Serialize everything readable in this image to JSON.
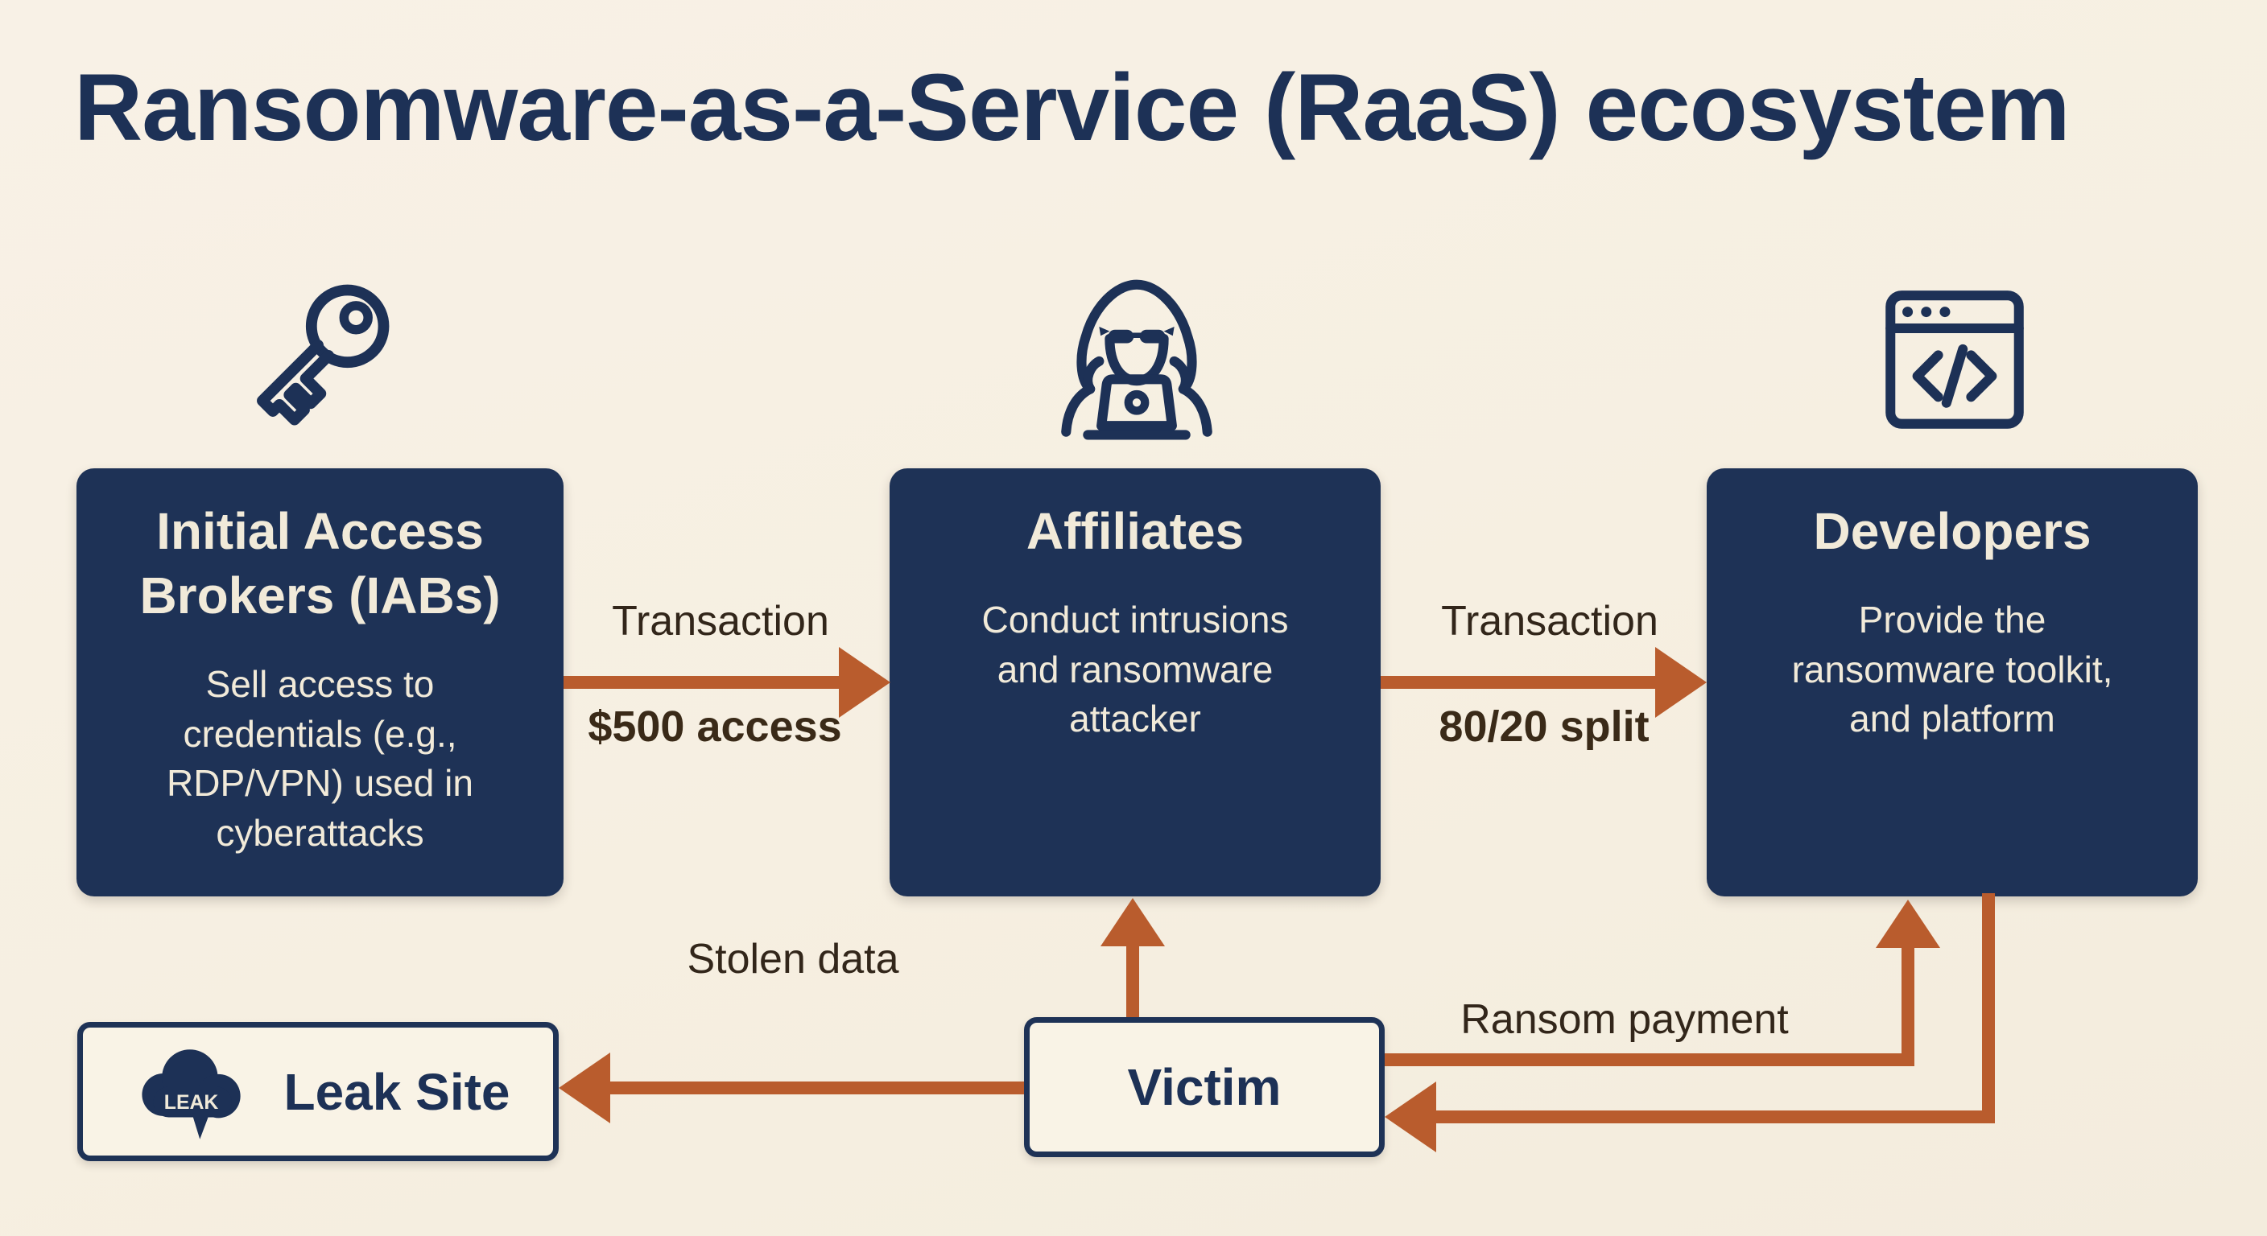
{
  "title": "Ransomware-as-a-Service (RaaS) ecosystem",
  "colors": {
    "background": "#f6efe1",
    "navy": "#1e3256",
    "box_text": "#f1ead9",
    "arrow_orange": "#b95c2d",
    "label_text": "#32261a"
  },
  "nodes": {
    "iab": {
      "title": "Initial Access Brokers (IABs)",
      "description": "Sell access to credentials (e.g., RDP/VPN) used in cyberattacks",
      "icon": "key-icon"
    },
    "affiliates": {
      "title": "Affiliates",
      "description": "Conduct intrusions and ransomware attacker",
      "icon": "hacker-icon"
    },
    "developers": {
      "title": "Developers",
      "description": "Provide the ransomware toolkit, and platform",
      "icon": "code-window-icon"
    },
    "victim": {
      "title": "Victim"
    },
    "leak_site": {
      "title": "Leak Site",
      "icon": "leak-cloud-icon",
      "icon_label": "LEAK"
    }
  },
  "edges": {
    "iab_affiliates": {
      "label": "Transaction",
      "amount": "$500 access"
    },
    "affiliates_developers": {
      "label": "Transaction",
      "amount": "80/20 split"
    },
    "victim_leak": {
      "label": "Stolen data"
    },
    "victim_developers": {
      "label": "Ransom payment"
    }
  }
}
